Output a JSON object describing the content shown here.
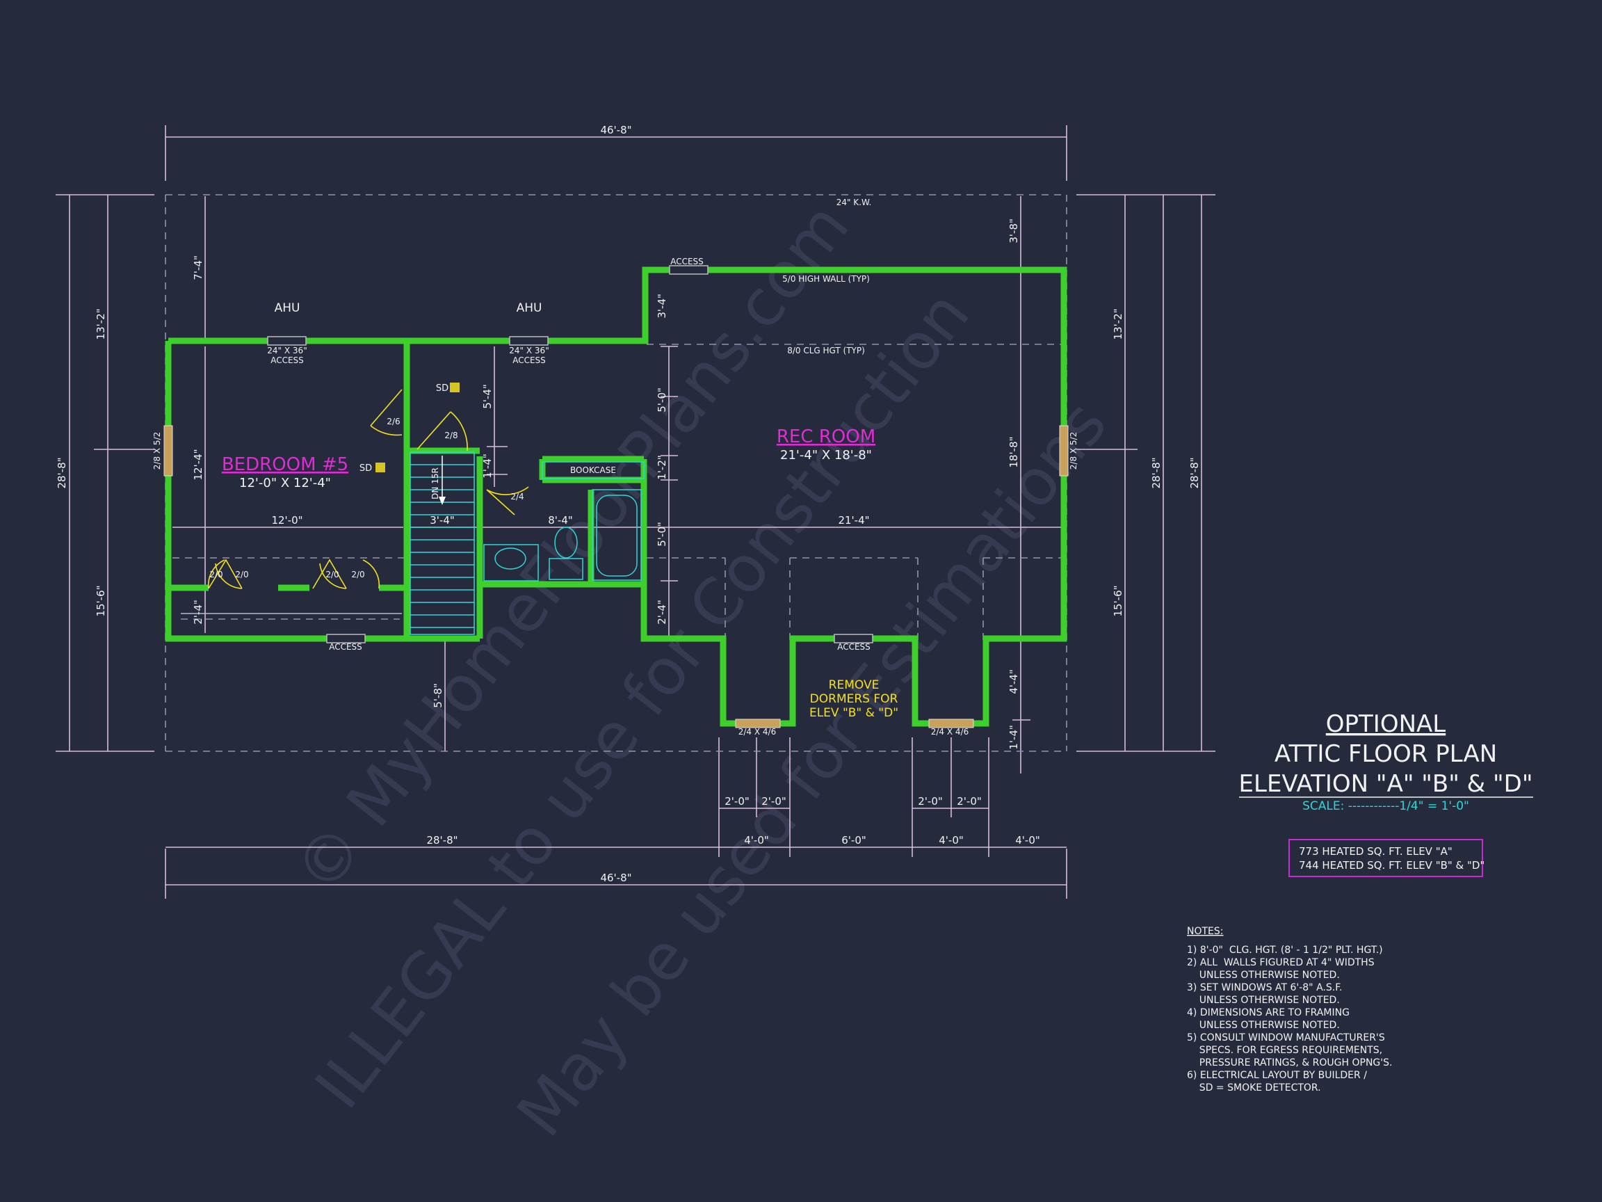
{
  "colors": {
    "background": "#262a3d",
    "wall": "#3fcf2c",
    "dimension_line": "#e6c6e8",
    "dimension_text": "#f2f2f2",
    "room_label": "#e22ad7",
    "note_yellow": "#f4e01e",
    "scale_cyan": "#2fd6d6",
    "fixture_cyan": "#2fd6d6",
    "watermark": "#3a3f55",
    "dashed": "#8a8fa6"
  },
  "watermarks": {
    "line1": "© MyHomeFloorPlans.com",
    "line2": "ILLEGAL to use for Construction",
    "line3": "May be used for Estimations"
  },
  "plan": {
    "overall_top": "46'-8\"",
    "overall_bottom": "46'-8\"",
    "kw_label": "24\" K.W.",
    "ahu_left": "AHU",
    "ahu_right": "AHU",
    "access_top_left": "24\" X 36\"",
    "access_top_left_2": "ACCESS",
    "access_top_mid": "24\" X 36\"",
    "access_top_mid_2": "ACCESS",
    "access_top_right": "ACCESS",
    "access_bottom_left": "ACCESS",
    "access_bottom_mid": "ACCESS",
    "high_wall": "5/0 HIGH WALL (TYP)",
    "clg_hgt": "8/0 CLG HGT (TYP)",
    "bedroom": {
      "name": "BEDROOM #5",
      "size": "12'-0\" X 12'-4\""
    },
    "rec_room": {
      "name": "REC ROOM",
      "size": "21'-4\" X 18'-8\""
    },
    "bookcase": "BOOKCASE",
    "stair_label": "DN 15R",
    "sd1": "SD",
    "sd2": "SD",
    "door_2_6": "2/6",
    "door_2_8": "2/8",
    "door_2_4": "2/4",
    "closet_doors": [
      "2/0",
      "2/0",
      "2/0",
      "2/0"
    ],
    "window_left": "2/8 X 5/2",
    "window_right": "2/8 X 5/2",
    "dormer_win_left": "2/4 X 4/6",
    "dormer_win_right": "2/4 X 4/6",
    "remove_dormers": [
      "REMOVE",
      "DORMERS FOR",
      "ELEV \"B\" & \"D\""
    ],
    "dims": {
      "left_13_2": "13'-2\"",
      "left_28_8": "28'-8\"",
      "left_15_6": "15'-6\"",
      "right_13_2": "13'-2\"",
      "right_28_8a": "28'-8\"",
      "right_28_8b": "28'-8\"",
      "right_15_6": "15'-6\"",
      "top_7_4": "7'-4\"",
      "top_3_8": "3'-8\"",
      "bed_12_4": "12'-4\"",
      "bed_12_0": "12'-0\"",
      "bed_2_4": "2'-4\"",
      "stair_3_4": "3'-4\"",
      "hall_5_4": "5'-4\"",
      "hall_1_4": "1'-4\"",
      "bath_8_4": "8'-4\"",
      "rec_21_4": "21'-4\"",
      "rec_18_8": "18'-8\"",
      "mid_3_4": "3'-4\"",
      "mid_5_0a": "5'-0\"",
      "mid_1_2": "1'-2\"",
      "mid_5_0b": "5'-0\"",
      "mid_2_4": "2'-4\"",
      "low_5_8": "5'-8\"",
      "right_4_4": "4'-4\"",
      "right_1_4": "1'-4\"",
      "bottom_28_8": "28'-8\"",
      "bottom_4_0a": "4'-0\"",
      "bottom_6_0": "6'-0\"",
      "bottom_4_0b": "4'-0\"",
      "bottom_4_0c": "4'-0\"",
      "bottom_2_0a": "2'-0\"",
      "bottom_2_0b": "2'-0\"",
      "bottom_2_0c": "2'-0\"",
      "bottom_2_0d": "2'-0\""
    }
  },
  "title_block": {
    "line1": "OPTIONAL",
    "line2": "ATTIC FLOOR PLAN",
    "line3": "ELEVATION \"A\" \"B\" & \"D\"",
    "scale": "SCALE: ------------1/4\" = 1'-0\""
  },
  "sqft": {
    "line1": "773 HEATED SQ. FT. ELEV \"A\"",
    "line2": "744 HEATED SQ. FT. ELEV \"B\" & \"D\""
  },
  "notes": {
    "heading": "NOTES:",
    "lines": [
      "1) 8'-0\"  CLG. HGT. (8' - 1 1/2\" PLT. HGT.)",
      "2) ALL  WALLS FIGURED AT 4\" WIDTHS",
      "    UNLESS OTHERWISE NOTED.",
      "3) SET WINDOWS AT 6'-8\" A.S.F.",
      "    UNLESS OTHERWISE NOTED.",
      "4) DIMENSIONS ARE TO FRAMING",
      "    UNLESS OTHERWISE NOTED.",
      "5) CONSULT WINDOW MANUFACTURER'S",
      "    SPECS. FOR EGRESS REQUIREMENTS,",
      "    PRESSURE RATINGS, & ROUGH OPNG'S.",
      "6) ELECTRICAL LAYOUT BY BUILDER /",
      "    SD = SMOKE DETECTOR."
    ]
  }
}
